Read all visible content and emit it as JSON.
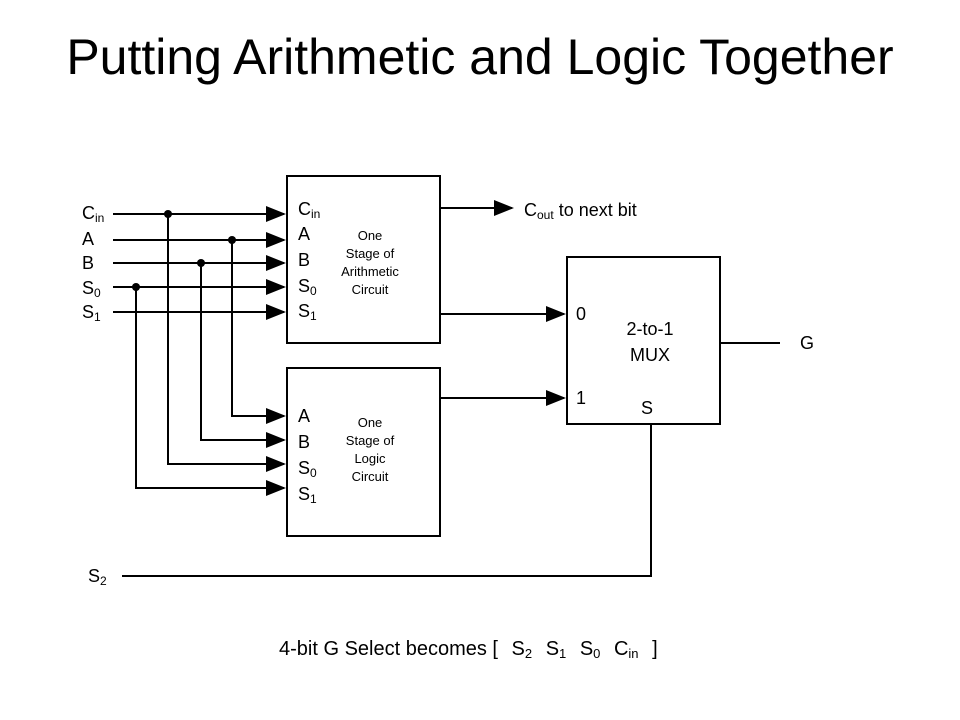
{
  "title": "Putting Arithmetic and Logic Together",
  "inputs": {
    "cin": {
      "main": "C",
      "sub": "in"
    },
    "a": "A",
    "b": "B",
    "s0": {
      "main": "S",
      "sub": "0"
    },
    "s1": {
      "main": "S",
      "sub": "1"
    },
    "s2": {
      "main": "S",
      "sub": "2"
    }
  },
  "arith_box": {
    "ports": {
      "cin": {
        "main": "C",
        "sub": "in"
      },
      "a": "A",
      "b": "B",
      "s0": {
        "main": "S",
        "sub": "0"
      },
      "s1": {
        "main": "S",
        "sub": "1"
      }
    },
    "label_lines": [
      "One",
      "Stage of",
      "Arithmetic",
      "Circuit"
    ]
  },
  "logic_box": {
    "ports": {
      "a": "A",
      "b": "B",
      "s0": {
        "main": "S",
        "sub": "0"
      },
      "s1": {
        "main": "S",
        "sub": "1"
      }
    },
    "label_lines": [
      "One",
      "Stage of",
      "Logic",
      "Circuit"
    ]
  },
  "cout": {
    "main": "C",
    "sub": "out",
    "suffix": "to next bit"
  },
  "mux": {
    "label_lines": [
      "2-to-1",
      "MUX"
    ],
    "in0": "0",
    "in1": "1",
    "select": "S"
  },
  "output": "G",
  "footer": {
    "prefix": "4-bit G Select becomes [",
    "items": [
      {
        "main": "S",
        "sub": "2"
      },
      {
        "main": "S",
        "sub": "1"
      },
      {
        "main": "S",
        "sub": "0"
      },
      {
        "main": "C",
        "sub": "in"
      }
    ],
    "suffix": "]"
  }
}
